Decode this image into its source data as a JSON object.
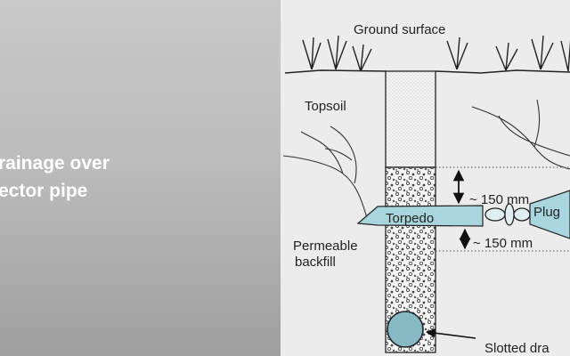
{
  "caption": {
    "line1": "rainage over",
    "line2": "ector pipe"
  },
  "diagram": {
    "ground_surface_label": "Ground surface",
    "topsoil_label": "Topsoil",
    "upper_dimension_label": "~ 150 mm",
    "lower_dimension_label": "~ 150 mm",
    "torpedo_label": "Torpedo",
    "plug_label": "Plug",
    "backfill_label_line1": "Permeable",
    "backfill_label_line2": "backfill",
    "slotted_drain_label": "Slotted dra",
    "colors": {
      "torpedo_fill": "#a9d6de",
      "plug_fill": "#a9d6de",
      "pipe_fill": "#86b9c4",
      "line": "#333333"
    }
  }
}
